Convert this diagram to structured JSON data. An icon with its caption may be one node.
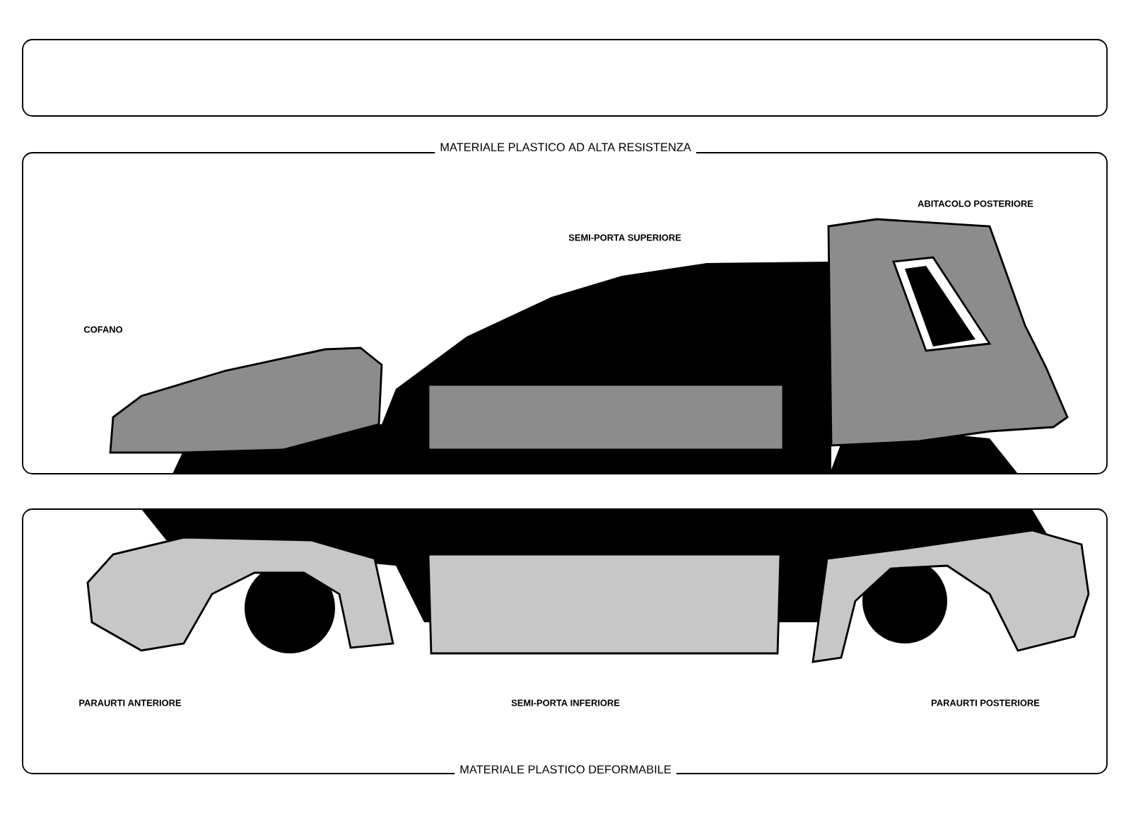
{
  "diagram": {
    "labels": [
      "MATERIALE PLASTICO AD ALTA RESISTENZA",
      "ABITACOLO POSTERIORE",
      "SEMI-PORTA SUPERIORE",
      "COFANO",
      "PARAURTI ANTERIORE",
      "SEMI-PORTA INFERIORE",
      "PARAURTI POSTERIORE",
      "MATERIALE PLASTICO DEFORMABILE"
    ]
  }
}
